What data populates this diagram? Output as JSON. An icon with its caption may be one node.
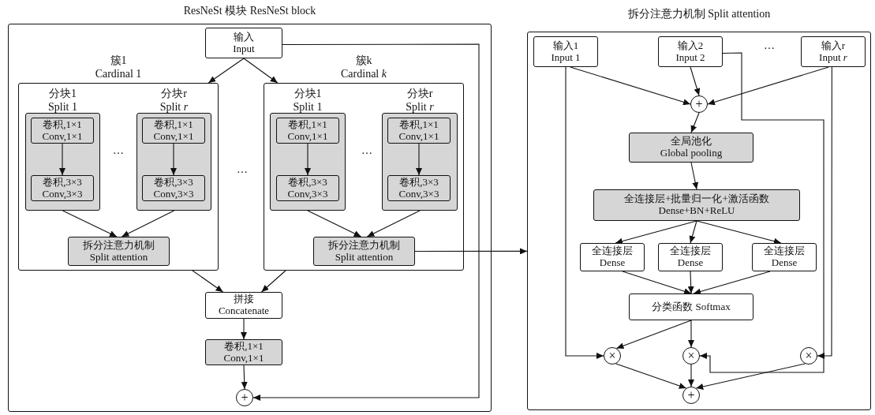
{
  "diagram": {
    "nodes": [
      {
        "text": [
          "ResNeSt 模块 ResNeSt block"
        ]
      },
      {
        "text": [
          "输入 Input"
        ],
        "in": 0
      },
      {
        "text": [
          "簇1 Cardinal 1"
        ],
        "in": 0
      },
      {
        "text": [
          "分块1 Split 1"
        ],
        "in": 2
      },
      {
        "text": [
          "卷积,1×1 Conv,1×1"
        ],
        "in": 3
      },
      {
        "text": [
          "卷积,3×3 Conv,3×3"
        ],
        "in": 3
      },
      {
        "text": [
          "分块r Split *r*"
        ],
        "in": 2
      },
      {
        "text": [
          "卷积,1×1 Conv,1×1"
        ],
        "in": 6
      },
      {
        "text": [
          "卷积,3×3 Conv,3×3"
        ],
        "in": 6
      },
      {
        "text": [
          "拆分注意力机制 Split attention"
        ],
        "in": 2
      },
      {
        "text": [
          "簇k Cardinal *k*"
        ],
        "in": 0
      },
      {
        "text": [
          "分块1 Split 1"
        ],
        "in": 10
      },
      {
        "text": [
          "卷积,1×1 Conv,1×1"
        ],
        "in": 11
      },
      {
        "text": [
          "卷积,3×3 Conv,3×3"
        ],
        "in": 11
      },
      {
        "text": [
          "分块r Split *r*"
        ],
        "in": 10
      },
      {
        "text": [
          "卷积,1×1 Conv,1×1"
        ],
        "in": 14
      },
      {
        "text": [
          "卷积,3×3 Conv,3×3"
        ],
        "in": 14
      },
      {
        "text": [
          "拆分注意力机制 Split attention"
        ],
        "in": 10
      },
      {
        "text": [
          "拼接 Concatenate"
        ],
        "in": 0
      },
      {
        "text": [
          "卷积,1×1 Conv,1×1"
        ],
        "in": 0
      },
      {
        "text": [
          "+"
        ],
        "in": 0
      },
      {
        "text": [
          "拆分注意力机制 Split attention"
        ]
      },
      {
        "text": [
          "输入1 Input 1"
        ],
        "in": 21
      },
      {
        "text": [
          "输入2 Input 2"
        ],
        "in": 21
      },
      {
        "text": [
          "输入r Input *r*"
        ],
        "in": 21
      },
      {
        "text": [
          "+"
        ],
        "in": 21
      },
      {
        "text": [
          "全局池化 Global pooling"
        ],
        "in": 21
      },
      {
        "text": [
          "全连接层+批量归一化+激活函数 Dense+BN+ReLU"
        ],
        "in": 21
      },
      {
        "text": [
          "全连接层 Dense"
        ],
        "in": 21
      },
      {
        "text": [
          "全连接层 Dense"
        ],
        "in": 21
      },
      {
        "text": [
          "全连接层 Dense"
        ],
        "in": 21
      },
      {
        "text": [
          "分类函数 Softmax"
        ],
        "in": 21
      },
      {
        "text": [
          "×"
        ],
        "in": 21
      },
      {
        "text": [
          "×"
        ],
        "in": 21
      },
      {
        "text": [
          "×"
        ],
        "in": 21
      },
      {
        "text": [
          "+"
        ],
        "in": 21
      }
    ],
    "edges": [
      {
        "from": 1,
        "to": 2,
        "arrow": "to"
      },
      {
        "from": 1,
        "to": 10,
        "arrow": "to"
      },
      {
        "from": 4,
        "to": 5,
        "arrow": "to"
      },
      {
        "from": 7,
        "to": 8,
        "arrow": "to"
      },
      {
        "from": 3,
        "to": 9,
        "arrow": "to"
      },
      {
        "from": 6,
        "to": 9,
        "arrow": "to"
      },
      {
        "from": 12,
        "to": 13,
        "arrow": "to"
      },
      {
        "from": 15,
        "to": 16,
        "arrow": "to"
      },
      {
        "from": 11,
        "to": 17,
        "arrow": "to"
      },
      {
        "from": 14,
        "to": 17,
        "arrow": "to"
      },
      {
        "from": 2,
        "to": 18,
        "arrow": "to"
      },
      {
        "from": 10,
        "to": 18,
        "arrow": "to"
      },
      {
        "from": 18,
        "to": 19,
        "arrow": "to"
      },
      {
        "from": 19,
        "to": 20,
        "arrow": "to"
      },
      {
        "from": 1,
        "to": 20,
        "arrow": "to"
      },
      {
        "from": 17,
        "to": 21,
        "arrow": "to"
      },
      {
        "from": 22,
        "to": 25,
        "arrow": "to"
      },
      {
        "from": 23,
        "to": 25,
        "arrow": "to"
      },
      {
        "from": 24,
        "to": 25,
        "arrow": "to"
      },
      {
        "from": 25,
        "to": 26,
        "arrow": "to"
      },
      {
        "from": 26,
        "to": 27,
        "arrow": "to"
      },
      {
        "from": 27,
        "to": 28,
        "arrow": "to"
      },
      {
        "from": 27,
        "to": 29,
        "arrow": "to"
      },
      {
        "from": 27,
        "to": 30,
        "arrow": "to"
      },
      {
        "from": 28,
        "to": 31,
        "arrow": "to"
      },
      {
        "from": 29,
        "to": 31,
        "arrow": "to"
      },
      {
        "from": 30,
        "to": 31,
        "arrow": "to"
      },
      {
        "from": 31,
        "to": 32,
        "arrow": "to"
      },
      {
        "from": 31,
        "to": 33,
        "arrow": "to"
      },
      {
        "from": 22,
        "to": 32,
        "arrow": "to"
      },
      {
        "from": 23,
        "to": 33,
        "arrow": "to"
      },
      {
        "from": 24,
        "to": 34,
        "arrow": "to"
      },
      {
        "from": 32,
        "to": 35,
        "arrow": "to"
      },
      {
        "from": 33,
        "to": 35,
        "arrow": "to"
      },
      {
        "from": 34,
        "to": 35,
        "arrow": "to"
      }
    ],
    "labels": [
      "…",
      "…",
      "…",
      "…"
    ]
  }
}
